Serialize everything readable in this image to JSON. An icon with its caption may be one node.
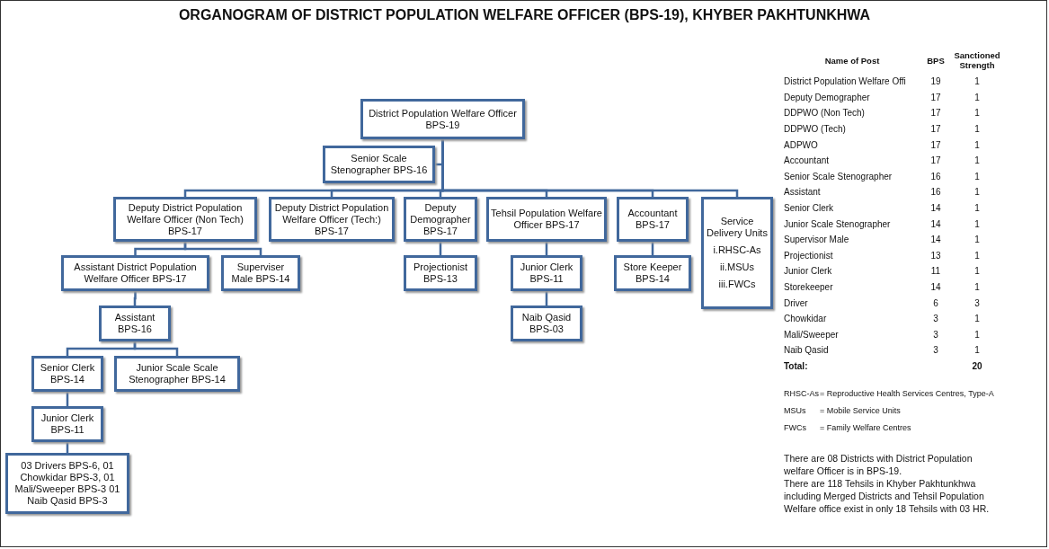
{
  "diagram": {
    "title": "ORGANOGRAM OF DISTRICT POPULATION WELFARE OFFICER (BPS-19), KHYBER PAKHTUNKHWA",
    "nodes": [
      {
        "text": [
          "District Population Welfare Officer BPS-19"
        ]
      },
      {
        "text": [
          "Senior Scale Stenographer BPS-16"
        ]
      },
      {
        "text": [
          "Deputy District Population Welfare Officer  (Non Tech) BPS-17"
        ]
      },
      {
        "text": [
          "Deputy District Population Welfare Officer (Tech:) BPS-17"
        ]
      },
      {
        "text": [
          "Deputy Demographer BPS-17"
        ]
      },
      {
        "text": [
          "Tehsil Population Welfare Officer BPS-17"
        ]
      },
      {
        "text": [
          "Accountant BPS-17"
        ]
      },
      {
        "text": [
          "Service Delivery Units",
          "i.RHSC-As",
          "ii.MSUs",
          "iii.FWCs"
        ]
      },
      {
        "text": [
          "Assistant District Population Welfare Officer BPS-17"
        ]
      },
      {
        "text": [
          "Superviser Male BPS-14"
        ]
      },
      {
        "text": [
          "Projectionist BPS-13"
        ]
      },
      {
        "text": [
          "Junior Clerk BPS-11"
        ]
      },
      {
        "text": [
          "Store Keeper BPS-14"
        ]
      },
      {
        "text": [
          "Naib Qasid BPS-03"
        ]
      },
      {
        "text": [
          "Assistant BPS-16"
        ]
      },
      {
        "text": [
          "Senior Clerk BPS-14"
        ]
      },
      {
        "text": [
          "Junior Scale Scale Stenographer BPS-14"
        ]
      },
      {
        "text": [
          "Junior Clerk BPS-11"
        ]
      },
      {
        "text": [
          "03 Drivers BPS-6, 01 Chowkidar BPS-3, 01 Mali/Sweeper BPS-3 01 Naib Qasid BPS-3"
        ]
      }
    ],
    "edges": [
      {
        "from": 0,
        "to": 1,
        "arrow": "none"
      },
      {
        "from": 0,
        "to": 2,
        "arrow": "none"
      },
      {
        "from": 0,
        "to": 3,
        "arrow": "none"
      },
      {
        "from": 0,
        "to": 4,
        "arrow": "none"
      },
      {
        "from": 0,
        "to": 5,
        "arrow": "none"
      },
      {
        "from": 0,
        "to": 6,
        "arrow": "none"
      },
      {
        "from": 0,
        "to": 7,
        "arrow": "none"
      },
      {
        "from": 2,
        "to": 8,
        "arrow": "none"
      },
      {
        "from": 2,
        "to": 9,
        "arrow": "none"
      },
      {
        "from": 4,
        "to": 10,
        "arrow": "none"
      },
      {
        "from": 5,
        "to": 11,
        "arrow": "none"
      },
      {
        "from": 6,
        "to": 12,
        "arrow": "none"
      },
      {
        "from": 11,
        "to": 13,
        "arrow": "none"
      },
      {
        "from": 8,
        "to": 14,
        "arrow": "none"
      },
      {
        "from": 14,
        "to": 15,
        "arrow": "none"
      },
      {
        "from": 14,
        "to": 16,
        "arrow": "none"
      },
      {
        "from": 15,
        "to": 17,
        "arrow": "none"
      },
      {
        "from": 17,
        "to": 18,
        "arrow": "none"
      }
    ],
    "labels": [
      "Name of Post",
      "BPS",
      "Sanctioned Strength",
      "District Population Welfare Offi",
      "19",
      "1",
      "Deputy Demographer",
      "17",
      "1",
      "DDPWO (Non Tech)",
      "17",
      "1",
      "DDPWO (Tech)",
      "17",
      "1",
      "ADPWO",
      "17",
      "1",
      "Accountant",
      "17",
      "1",
      "Senior Scale Stenographer",
      "16",
      "1",
      "Assistant",
      "16",
      "1",
      "Senior Clerk",
      "14",
      "1",
      "Junior Scale Stenographer",
      "14",
      "1",
      "Supervisor Male",
      "14",
      "1",
      "Projectionist",
      "13",
      "1",
      "Junior Clerk",
      "11",
      "1",
      "Storekeeper",
      "14",
      "1",
      "Driver",
      "6",
      "3",
      "Chowkidar",
      "3",
      "1",
      "Mali/Sweeper",
      "3",
      "1",
      "Naib Qasid",
      "3",
      "1",
      "Total:",
      "20",
      "RHSC-As",
      "= Reproductive Health Services Centres, Type-A",
      "MSUs",
      "= Mobile Service Units",
      "FWCs",
      "= Family Welfare Centres",
      "There are 08 Districts with District Population welfare Officer is in BPS-19.",
      "There are 118 Tehsils in Khyber Pakhtunkhwa including Merged Districts and Tehsil Population Welfare office exist in only 18 Tehsils with 03 HR."
    ]
  }
}
